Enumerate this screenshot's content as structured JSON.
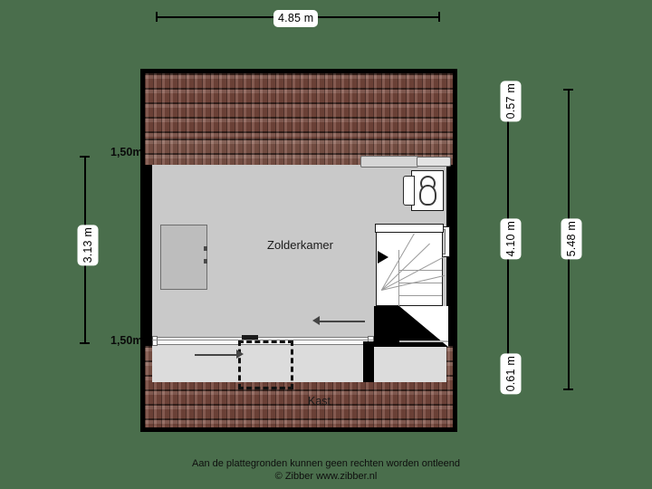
{
  "plan": {
    "title": "Zolderkamer plattegrond",
    "rooms": [
      {
        "name": "attic-room",
        "label": "Zolderkamer"
      },
      {
        "name": "closet",
        "label": "Kast"
      }
    ],
    "ceiling_marks": [
      {
        "id": "top",
        "label": "1,50m"
      },
      {
        "id": "bottom",
        "label": "1,50m"
      }
    ],
    "fixtures": [
      {
        "name": "toilet",
        "label": "wc"
      },
      {
        "name": "staircase",
        "label": "trap"
      },
      {
        "name": "skylight",
        "label": "dakraam"
      },
      {
        "name": "window-right",
        "label": "raam"
      },
      {
        "name": "hatch",
        "label": "luik"
      },
      {
        "name": "wardrobe",
        "label": "kast-element"
      }
    ]
  },
  "dimensions": {
    "top": {
      "label": "4.85 m",
      "value": 4.85,
      "unit": "m"
    },
    "left": {
      "label": "3.13 m",
      "value": 3.13,
      "unit": "m"
    },
    "right_inner": [
      {
        "label": "0.57 m",
        "value": 0.57,
        "unit": "m"
      },
      {
        "label": "4.10 m",
        "value": 4.1,
        "unit": "m"
      },
      {
        "label": "0.61 m",
        "value": 0.61,
        "unit": "m"
      }
    ],
    "right_outer": {
      "label": "5.48 m",
      "value": 5.48,
      "unit": "m"
    }
  },
  "footer": {
    "line1": "Aan de plattegronden kunnen geen rechten worden ontleend",
    "line2": "© Zibber www.zibber.nl"
  },
  "colors": {
    "background": "#4a6e4c",
    "roof": "#7b4a3e",
    "roof_lower": "#83564a",
    "wall": "#000000",
    "floor": "#c9c9c9",
    "label_bg": "#ffffff"
  }
}
